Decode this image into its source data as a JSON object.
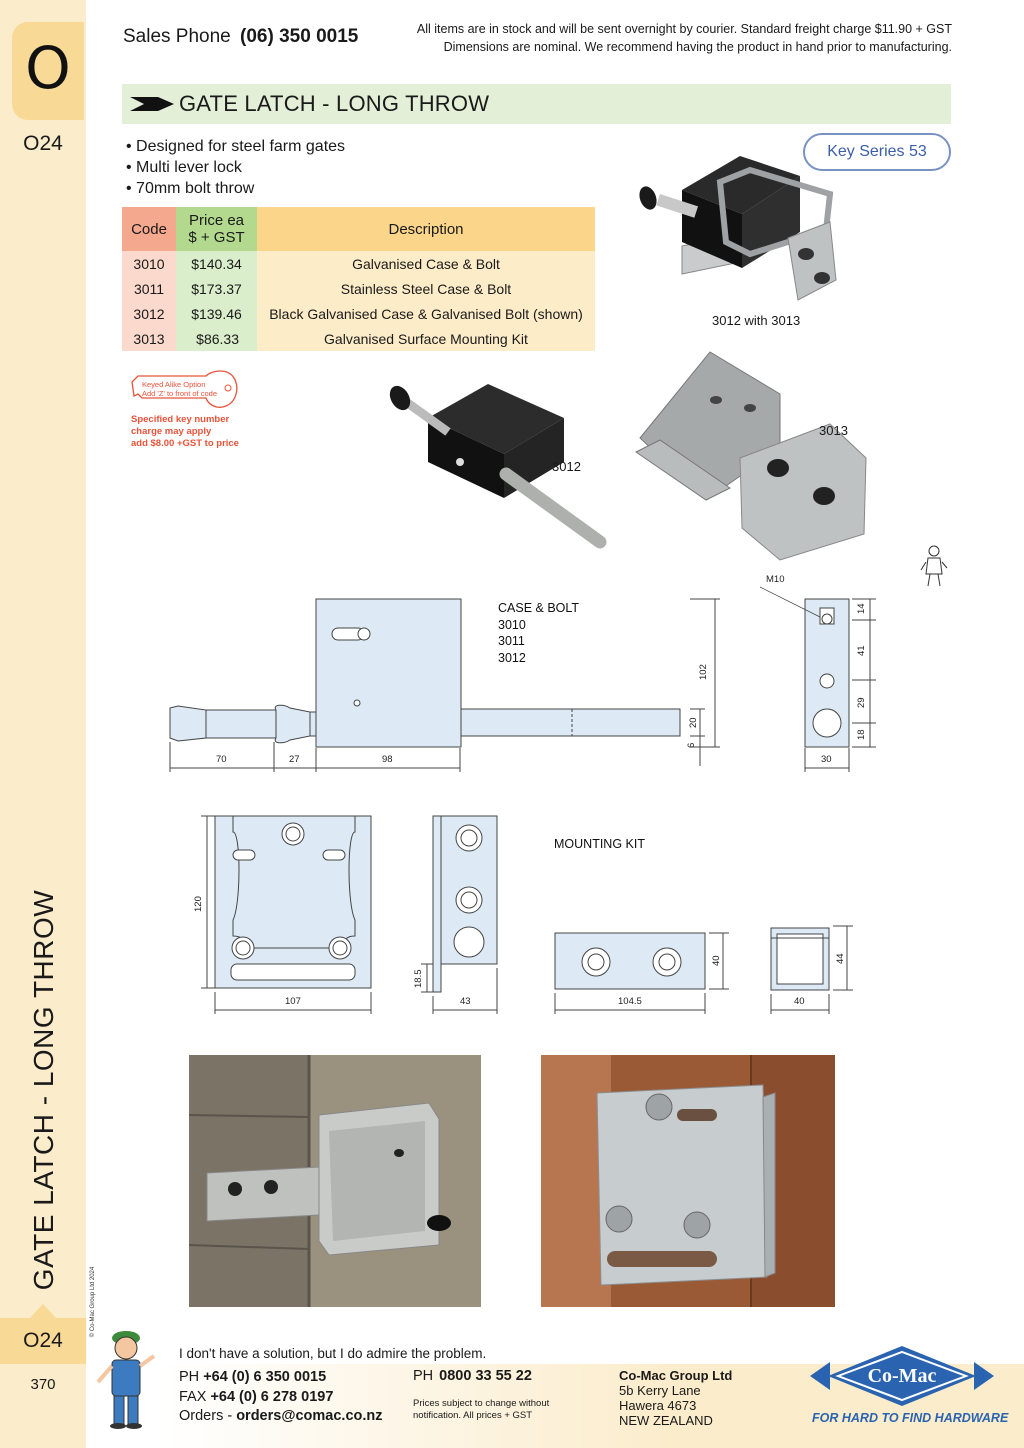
{
  "section_letter": "O",
  "page_code": "O24",
  "page_number": "370",
  "sidebar_title": "GATE LATCH - LONG THROW",
  "copyright": "© Co-Mac Group Ltd 2024",
  "header": {
    "sales_label": "Sales Phone",
    "sales_number": "(06) 350 0015",
    "notice_line1": "All items are in stock and will be sent overnight by courier. Standard freight charge $11.90 + GST",
    "notice_line2": "Dimensions are nominal. We recommend having the product in hand prior to manufacturing."
  },
  "title": "GATE LATCH - LONG THROW",
  "features": [
    "• Designed for steel farm gates",
    "• Multi lever lock",
    "• 70mm bolt throw"
  ],
  "key_series": "Key Series 53",
  "table": {
    "headers": {
      "code": "Code",
      "price_line1": "Price ea",
      "price_line2": "$ + GST",
      "description": "Description"
    },
    "rows": [
      {
        "code": "3010",
        "price": "$140.34",
        "description": "Galvanised Case & Bolt"
      },
      {
        "code": "3011",
        "price": "$173.37",
        "description": "Stainless Steel Case & Bolt"
      },
      {
        "code": "3012",
        "price": "$139.46",
        "description": "Black Galvanised Case & Galvanised Bolt (shown)"
      },
      {
        "code": "3013",
        "price": "$86.33",
        "description": "Galvanised Surface Mounting Kit"
      }
    ]
  },
  "keyed": {
    "option_line1": "Keyed Alike Option",
    "option_line2": "Add 'Z' to front of code",
    "note_line1": "Specified key number",
    "note_line2": "charge may apply",
    "note_line3": "add $8.00 +GST to price"
  },
  "captions": {
    "photo1": "3012 with 3013",
    "photo2": "3012",
    "photo3": "3013"
  },
  "drawing_case": {
    "label": "CASE & BOLT",
    "codes": [
      "3010",
      "3011",
      "3012"
    ],
    "dims": {
      "d70": "70",
      "d27": "27",
      "d98": "98",
      "d102": "102",
      "d20": "20",
      "d6": "6",
      "m10": "M10",
      "d14": "14",
      "d41": "41",
      "d29": "29",
      "d18": "18",
      "d30": "30"
    }
  },
  "drawing_mount": {
    "label": "MOUNTING KIT",
    "dims": {
      "d120": "120",
      "d107": "107",
      "d18_5": "18.5",
      "d43": "43",
      "d40a": "40",
      "d104_5": "104.5",
      "d44": "44",
      "d40b": "40"
    }
  },
  "footer": {
    "quote": "I don't have a solution, but I do admire the problem.",
    "ph_label": "PH",
    "ph_number": "+64 (0) 6 350 0015",
    "fax_label": "FAX",
    "fax_number": "+64 (0) 6 278 0197",
    "orders_label": "Orders -",
    "orders_email": "orders@comac.co.nz",
    "ph2_label": "PH",
    "ph2_number": "0800 33 55 22",
    "prices_note_line1": "Prices subject to change without",
    "prices_note_line2": "notification. All prices + GST",
    "company": "Co-Mac Group Ltd",
    "addr1": "5b Kerry Lane",
    "addr2": "Hawera 4673",
    "addr3": "NEW ZEALAND",
    "logo_text": "Co-Mac",
    "tagline": "FOR HARD TO FIND HARDWARE"
  },
  "colors": {
    "sidebar": "#fbeccb",
    "tab": "#f8d995",
    "title_bar": "#e3efd7",
    "brand_blue": "#2a64b0"
  }
}
